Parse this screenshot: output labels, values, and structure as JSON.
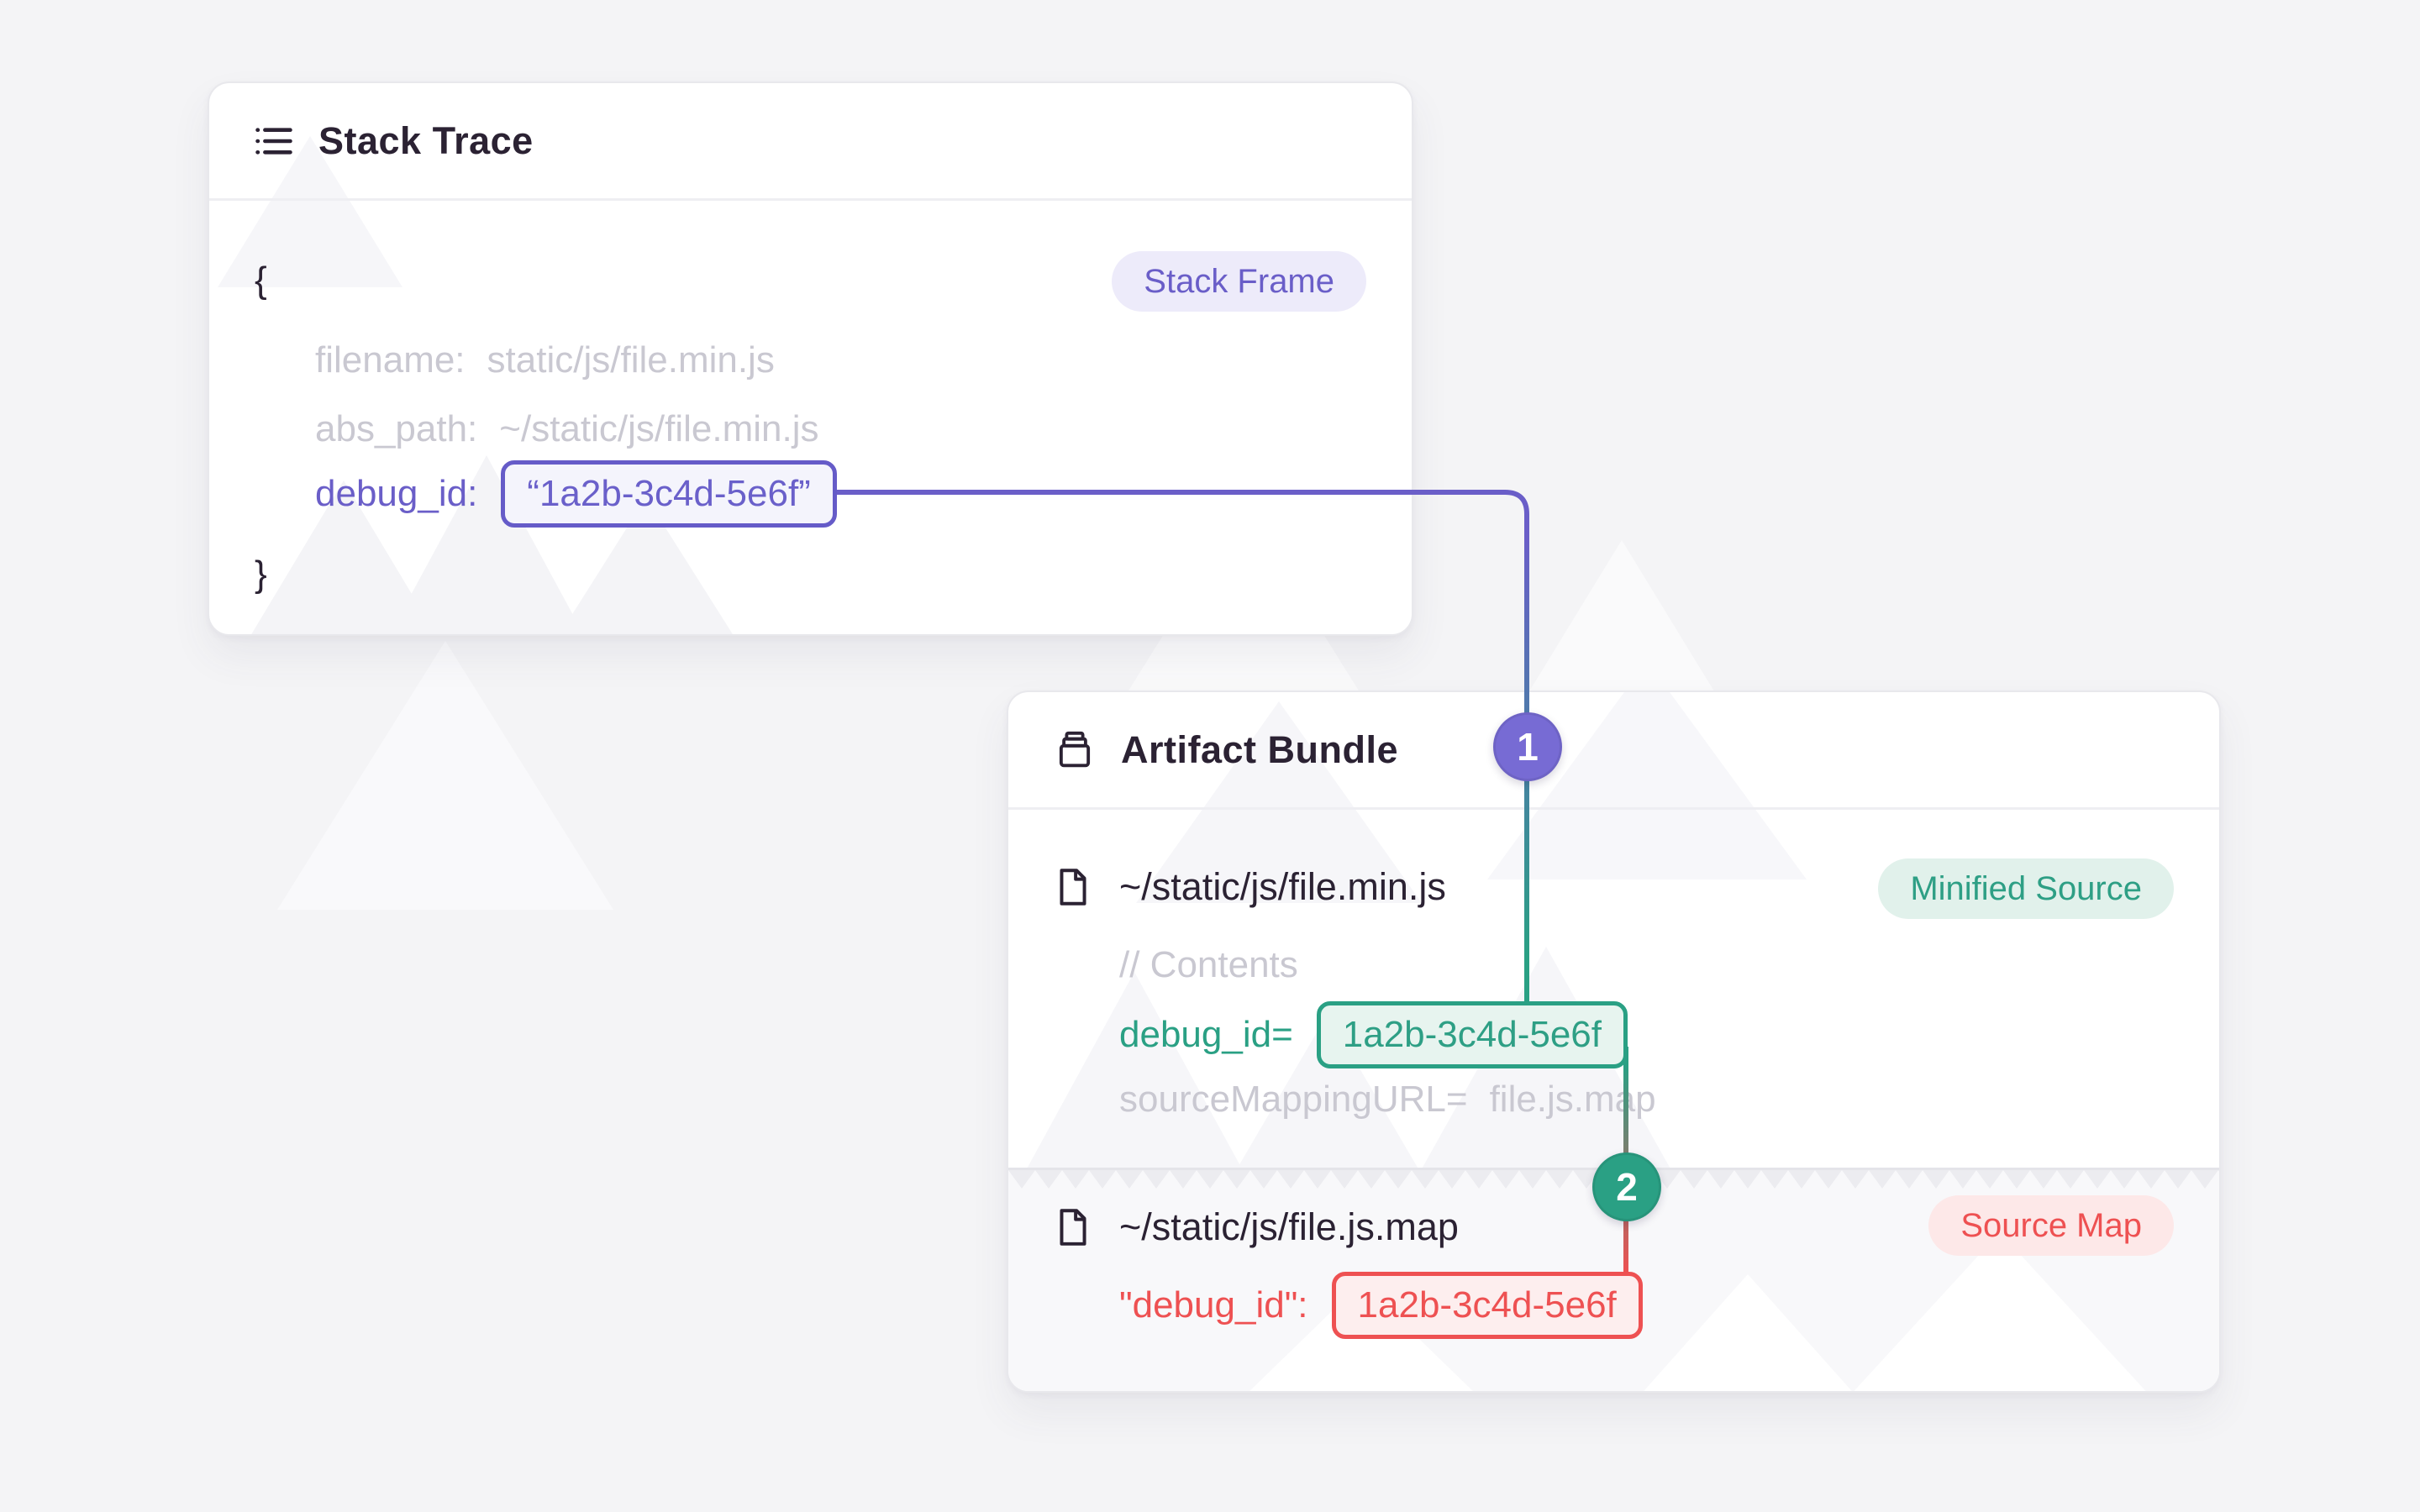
{
  "colors": {
    "purple": "#6a5ec8",
    "green": "#2aa084",
    "red": "#ee5152",
    "dark_text": "#2b2233",
    "muted_text": "#c9c8d1",
    "page_bg": "#f4f4f6"
  },
  "stack_trace": {
    "title": "Stack Trace",
    "badge": "Stack Frame",
    "open_brace": "{",
    "close_brace": "}",
    "fields": {
      "filename": {
        "label": "filename:",
        "value": "static/js/file.min.js"
      },
      "abs_path": {
        "label": "abs_path:",
        "value": "~/static/js/file.min.js"
      },
      "debug_id": {
        "label": "debug_id:",
        "value": "“1a2b-3c4d-5e6f”"
      }
    }
  },
  "artifact_bundle": {
    "title": "Artifact Bundle",
    "minified": {
      "path": "~/static/js/file.min.js",
      "badge": "Minified Source",
      "comment": "// Contents",
      "debug_label": "debug_id=",
      "debug_value": "1a2b-3c4d-5e6f",
      "sourcemap_label": "sourceMappingURL=",
      "sourcemap_value": "file.js.map"
    },
    "sourcemap": {
      "path": "~/static/js/file.js.map",
      "badge": "Source Map",
      "debug_label": "\"debug_id\":",
      "debug_value": "1a2b-3c4d-5e6f"
    }
  },
  "connectors": {
    "step1": "1",
    "step2": "2"
  }
}
